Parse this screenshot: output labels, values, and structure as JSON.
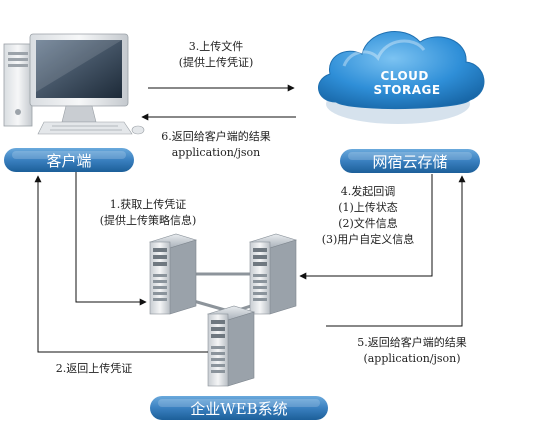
{
  "nodes": {
    "client": "客户端",
    "storage": "网宿云存储",
    "web_system": "企业WEB系统",
    "cloud_logo": "CLOUD STORAGE"
  },
  "edges": {
    "e3": [
      "3.上传文件",
      "(提供上传凭证)"
    ],
    "e6": [
      "6.返回给客户端的结果",
      "application/json"
    ],
    "e1": [
      "1.获取上传凭证",
      "(提供上传策略信息)"
    ],
    "e4": [
      "4.发起回调",
      "(1)上传状态",
      "(2)文件信息",
      "(3)用户自定义信息"
    ],
    "e5": [
      "5.返回给客户端的结果",
      "(application/json)"
    ],
    "e2": [
      "2.返回上传凭证"
    ]
  },
  "colors": {
    "pill_top": "#4f95cf",
    "pill_bottom": "#1c5f99",
    "cloud": "#2f8fd8",
    "arrow": "#111111"
  },
  "icons": [
    "computer-icon",
    "cloud-icon",
    "server-icon"
  ]
}
